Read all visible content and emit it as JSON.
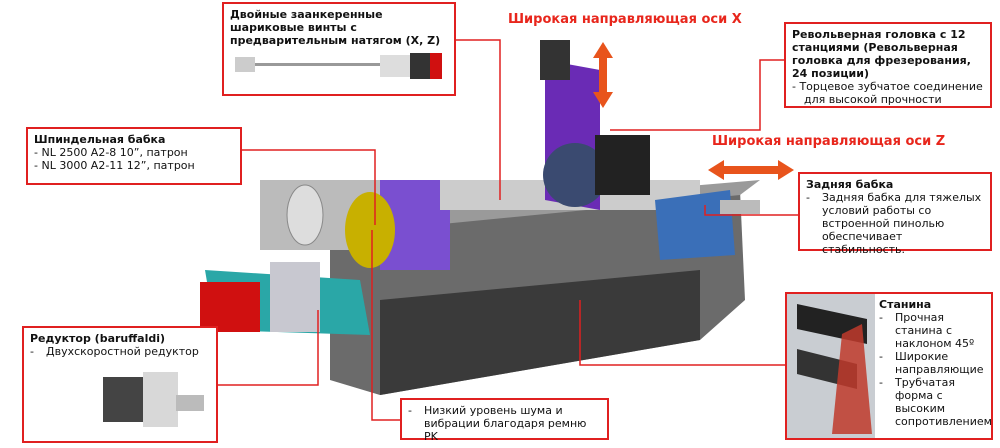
{
  "callouts": {
    "ballscrew": {
      "title": "Двойные заанкеренные шариковые винты с предварительным натягом (X, Z)"
    },
    "x_axis": "Широкая направляющая оси X",
    "z_axis": "Широкая направляющая оси Z",
    "turret": {
      "title": "Револьверная головка с 12 станциями (Револьверная головка для фрезерования, 24 позиции)",
      "items": [
        "- Торцевое зубчатое соединение",
        "для высокой прочности"
      ]
    },
    "spindle": {
      "title": "Шпиндельная бабка",
      "items": [
        "- NL 2500 A2-8 10”, патрон",
        "- NL 3000 A2-11 12”, патрон"
      ]
    },
    "tailstock": {
      "title": "Задняя бабка",
      "items": [
        {
          "dash": "-",
          "text": "Задняя бабка для тяжелых условий работы со встроенной пинолью обеспечивает стабильность."
        }
      ]
    },
    "gearbox": {
      "title": "Редуктор (baruffaldi)",
      "items": [
        {
          "dash": "-",
          "text": "Двухскоростной редуктор"
        }
      ]
    },
    "belt": {
      "items": [
        {
          "dash": "-",
          "text": "Низкий уровень шума и вибрации благодаря ремню PK"
        }
      ]
    },
    "bed": {
      "title": "Станина",
      "items": [
        {
          "dash": "-",
          "text": "Прочная станина с наклоном 45º"
        },
        {
          "dash": "-",
          "text": "Широкие направляющие"
        },
        {
          "dash": "-",
          "text": "Трубчатая форма с высоким сопротивлением"
        }
      ]
    }
  },
  "colors": {
    "accent": "#e02020",
    "turret": "#6a2bb5",
    "tailstock": "#3a6fb8",
    "motor_bracket": "#2aa7a7"
  }
}
